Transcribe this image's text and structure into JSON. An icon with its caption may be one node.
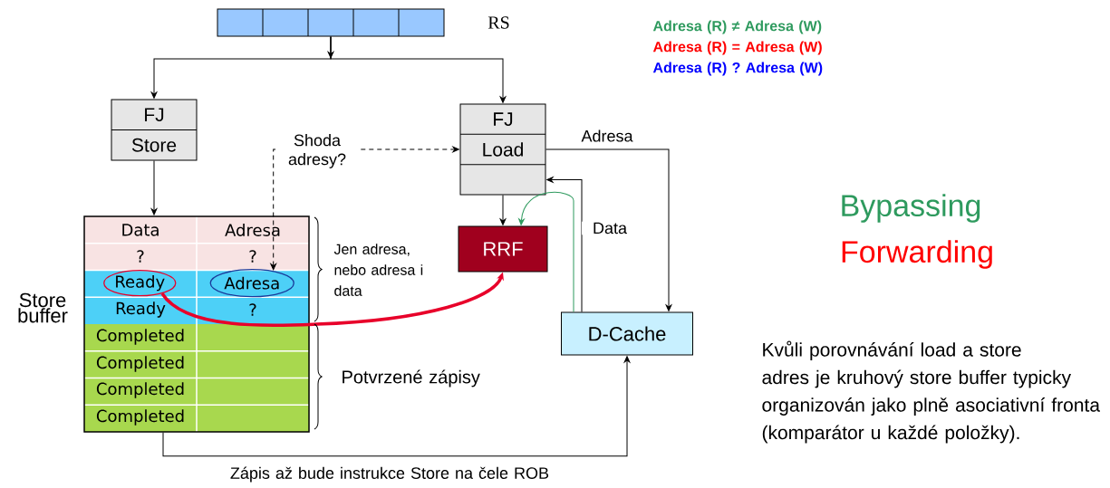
{
  "diagram": {
    "nodes": [
      {
        "text": [],
        "shape": "box",
        "beside": [
          "RS"
        ]
      },
      {
        "text": [
          "FJ",
          "Store"
        ]
      },
      {
        "text": [
          "FJ",
          "Load"
        ]
      },
      {
        "text": [],
        "shape": "box",
        "beside": [
          "Store buffer"
        ]
      },
      {
        "text": [
          "Ready"
        ],
        "in": 3
      },
      {
        "text": [
          "Adresa"
        ],
        "in": 3
      },
      {
        "text": [
          "RRF"
        ]
      },
      {
        "text": [
          "D-Cache"
        ]
      }
    ],
    "edges": [
      {
        "from": 0,
        "to": 1,
        "arrow": "to"
      },
      {
        "from": 0,
        "to": 2,
        "arrow": "to"
      },
      {
        "from": 1,
        "to": 3,
        "arrow": "to"
      },
      {
        "from": 5,
        "to": 2,
        "arrow": "both",
        "style": "dashed",
        "label": "Shoda adresy?"
      },
      {
        "from": 2,
        "to": 7,
        "arrow": "to",
        "label": "Adresa"
      },
      {
        "from": 7,
        "to": 2,
        "arrow": "to",
        "label": "Data"
      },
      {
        "from": 2,
        "to": 6,
        "arrow": "to"
      },
      {
        "from": 7,
        "to": 6,
        "arrow": "to",
        "color": "#2e9a5e"
      },
      {
        "from": 4,
        "to": 6,
        "arrow": "to",
        "style": "thick",
        "color": "#e8002a"
      },
      {
        "from": 3,
        "to": 7,
        "arrow": "to",
        "label": "Zápis až bude instrukce Store na čele ROB"
      }
    ],
    "labels": [
      "Adresa (R) ≠ Adresa (W)",
      "Adresa (R) = Adresa (W)",
      "Adresa (R) ? Adresa (W)",
      "Data",
      "Adresa",
      "?",
      "?",
      "Ready",
      "?",
      "Completed",
      "Completed",
      "Completed",
      "Completed",
      "Jen adresa, nebo adresa i data",
      "Bypassing",
      "Forwarding",
      "Potvrzené  zápisy",
      "Kvůli porovnávání load a store adres je kruhový store buffer typicky organizován jako plně asociativní fronta (komparátor u každé položky)."
    ]
  }
}
